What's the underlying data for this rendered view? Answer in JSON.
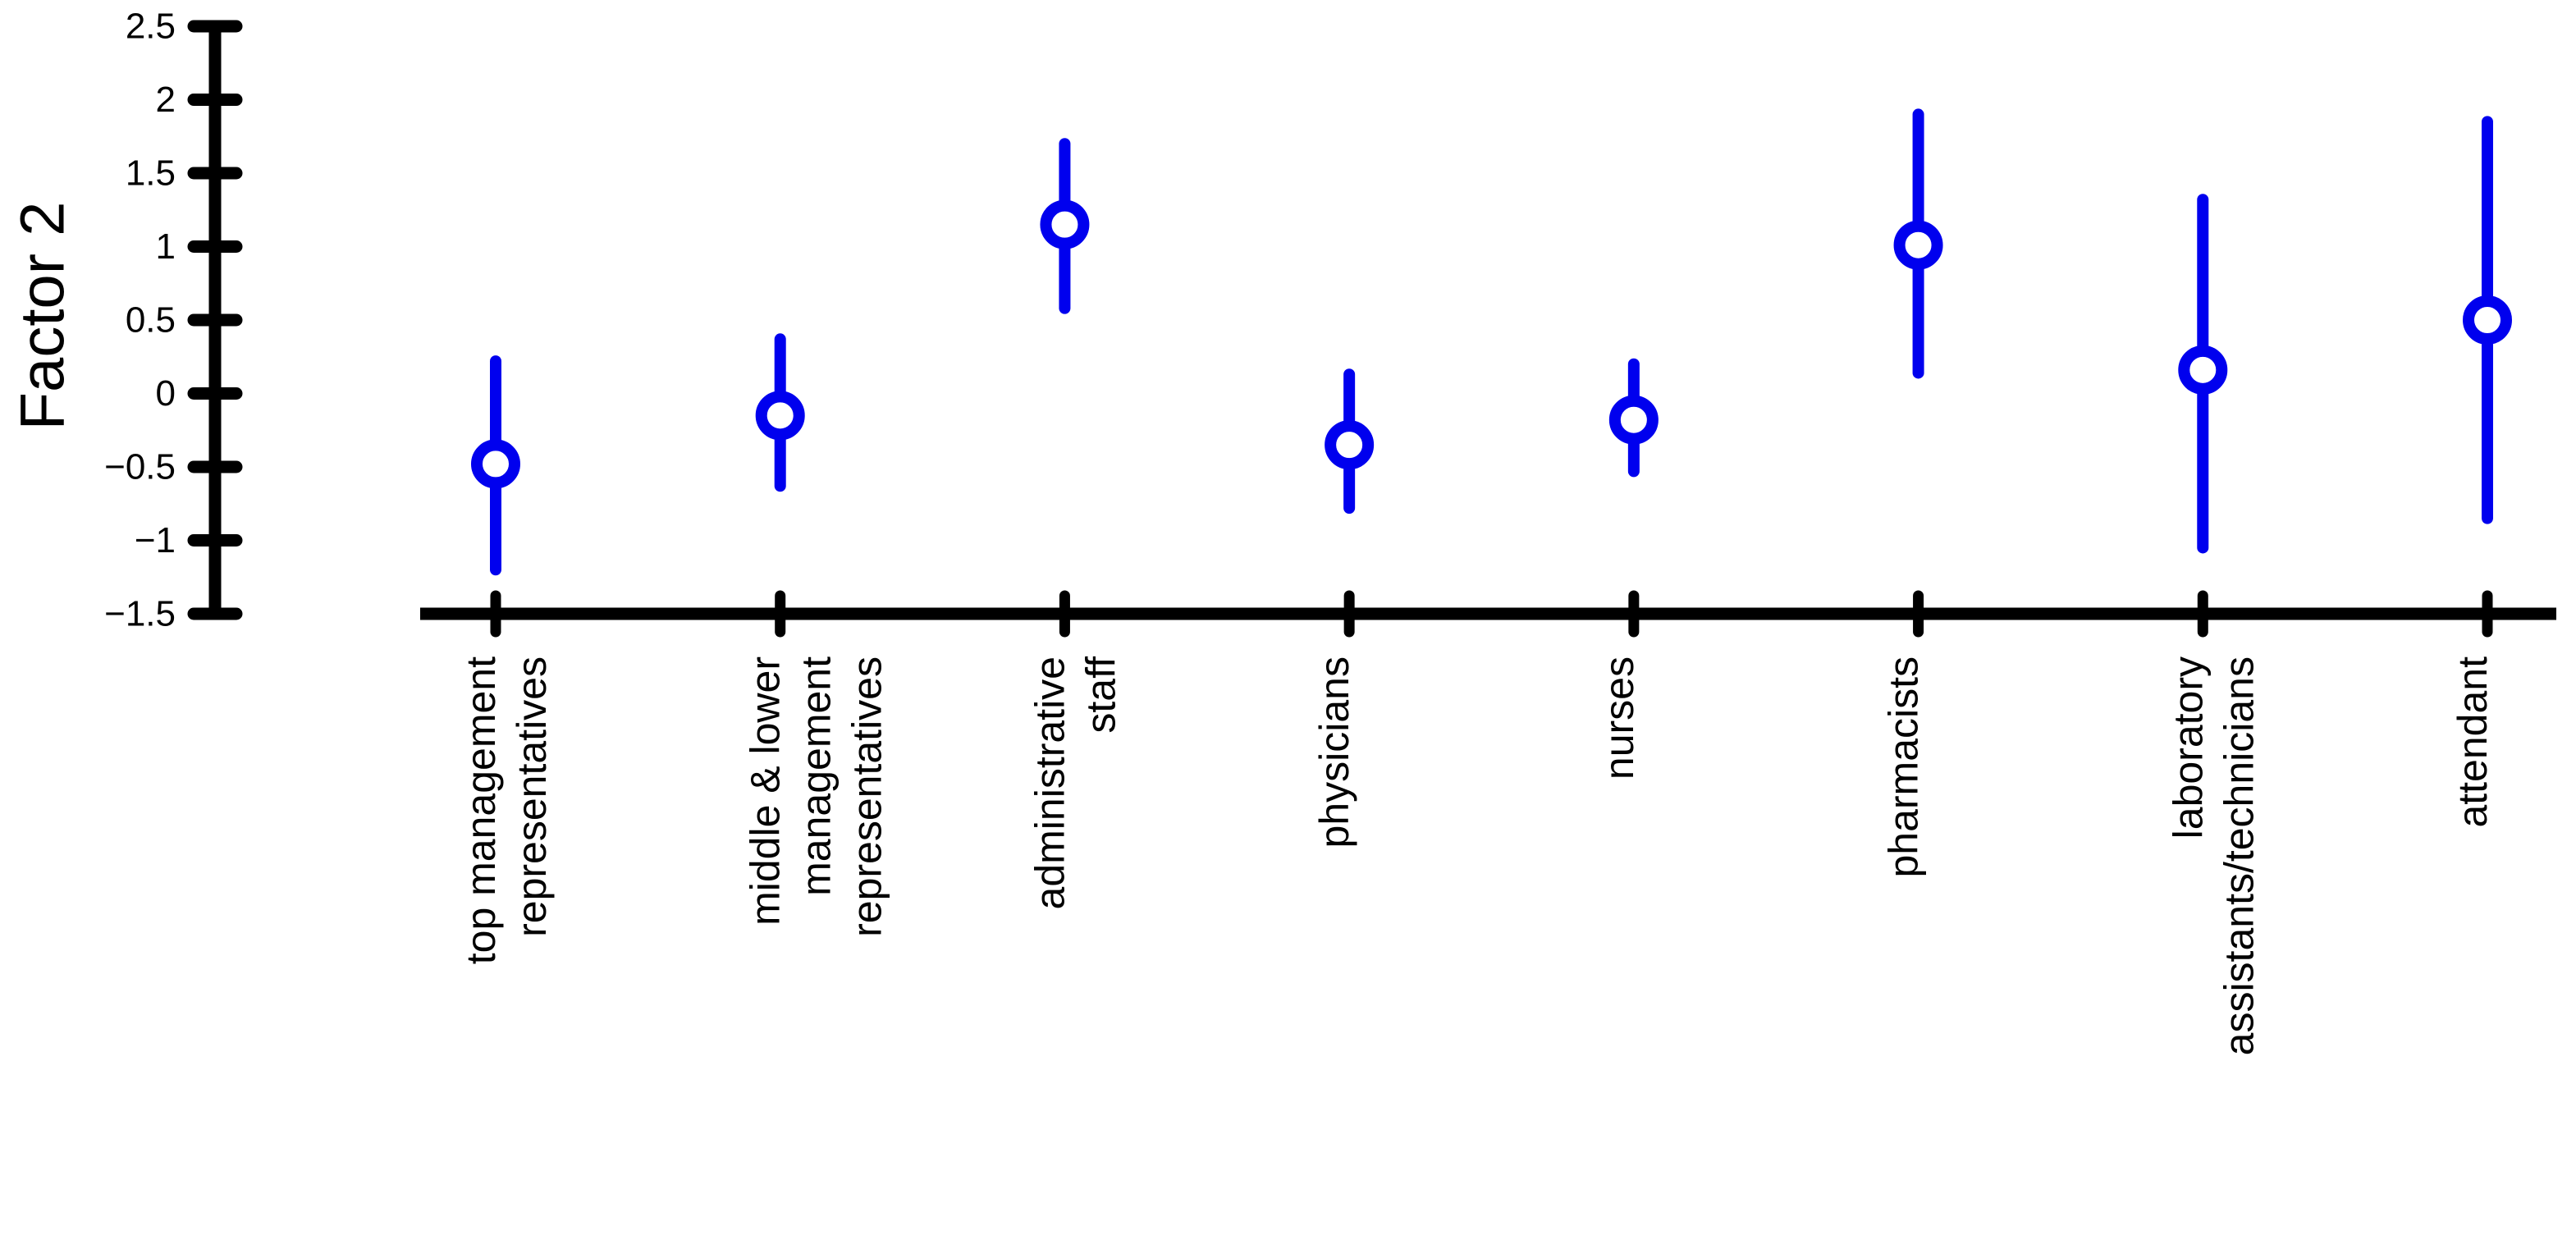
{
  "chart_data": {
    "type": "scatter",
    "title": "",
    "subtitle": "",
    "xlabel": "",
    "ylabel": "Factor 2",
    "ylim": [
      -1.5,
      2.5
    ],
    "ytick_labels": [
      "2.5",
      "2",
      "1.5",
      "1",
      "0.5",
      "0",
      "−0.5",
      "−1",
      "−1.5"
    ],
    "ytick_values": [
      2.5,
      2,
      1.5,
      1,
      0.5,
      0,
      -0.5,
      -1,
      -1.5
    ],
    "grid": false,
    "legend": "none",
    "marker": "open-circle",
    "series_color": "#0000ee",
    "axis_color": "#000000",
    "categories": [
      "top management representatives",
      "middle & lower management representatives",
      "administrative staff",
      "physicians",
      "nurses",
      "pharmacists",
      "laboratory assistants/technicians",
      "attendant"
    ],
    "category_lines": [
      [
        "top management",
        "representatives"
      ],
      [
        "middle & lower",
        "management",
        "representatives"
      ],
      [
        "administrative",
        "staff"
      ],
      [
        "physicians"
      ],
      [
        "nurses"
      ],
      [
        "pharmacists"
      ],
      [
        "laboratory",
        "assistants/technicians"
      ],
      [
        "attendant"
      ]
    ],
    "values": [
      -0.48,
      -0.15,
      1.15,
      -0.35,
      -0.18,
      1.01,
      0.16,
      0.5
    ],
    "ci_lower": [
      -1.2,
      -0.63,
      0.58,
      -0.78,
      -0.53,
      0.14,
      -1.05,
      -0.85
    ],
    "ci_upper": [
      0.22,
      0.37,
      1.7,
      0.13,
      0.2,
      1.9,
      1.32,
      1.85
    ],
    "points": [
      {
        "category": "top management representatives",
        "value": -0.48,
        "ci_lower": -1.2,
        "ci_upper": 0.22
      },
      {
        "category": "middle & lower management representatives",
        "value": -0.15,
        "ci_lower": -0.63,
        "ci_upper": 0.37
      },
      {
        "category": "administrative staff",
        "value": 1.15,
        "ci_lower": 0.58,
        "ci_upper": 1.7
      },
      {
        "category": "physicians",
        "value": -0.35,
        "ci_lower": -0.78,
        "ci_upper": 0.13
      },
      {
        "category": "nurses",
        "value": -0.18,
        "ci_lower": -0.53,
        "ci_upper": 0.2
      },
      {
        "category": "pharmacists",
        "value": 1.01,
        "ci_lower": 0.14,
        "ci_upper": 1.9
      },
      {
        "category": "laboratory assistants/technicians",
        "value": 0.16,
        "ci_lower": -1.05,
        "ci_upper": 1.32
      },
      {
        "category": "attendant",
        "value": 0.5,
        "ci_lower": -0.85,
        "ci_upper": 1.85
      }
    ]
  },
  "axis": {
    "y_title": "Factor 2"
  }
}
